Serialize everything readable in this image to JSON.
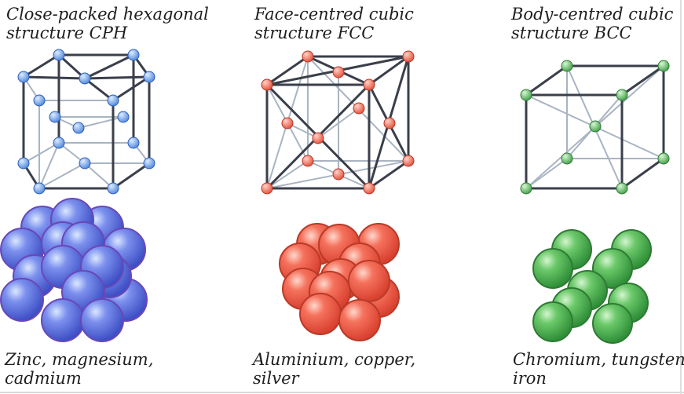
{
  "panels": [
    {
      "title_line1": "Close-packed hexagonal",
      "title_line2": "structure CPH",
      "metals_line1": "Zinc, magnesium,",
      "metals_line2": "cadmium",
      "color": "#6f9fe8"
    },
    {
      "title_line1": "Face-centred cubic",
      "title_line2": "structure FCC",
      "metals_line1": "Aluminium, copper,",
      "metals_line2": "silver",
      "color": "#f06a56"
    },
    {
      "title_line1": "Body-centred cubic",
      "title_line2": "structure BCC",
      "metals_line1": "Chromium, tungsten,",
      "metals_line2": "iron",
      "color": "#5fbf64"
    }
  ]
}
